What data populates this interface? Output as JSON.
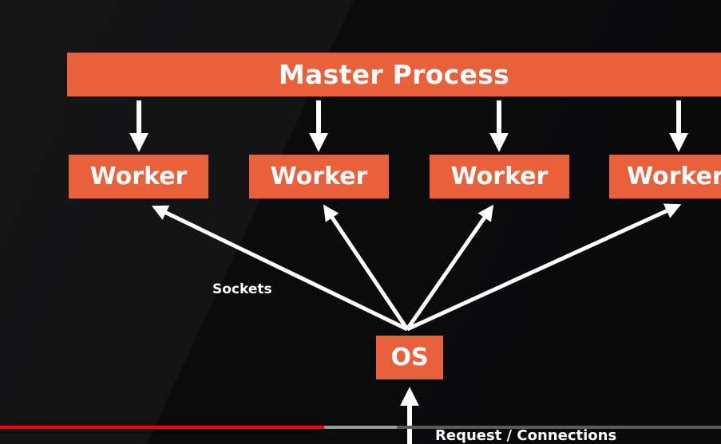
{
  "diagram": {
    "master_label": "Master Process",
    "workers": [
      "Worker",
      "Worker",
      "Worker",
      "Worker"
    ],
    "os_label": "OS",
    "edge_label": "Sockets",
    "input_label": "Request / Connections"
  },
  "colors": {
    "box": "#e8613a",
    "arrow": "#ffffff",
    "background": "#0d0d0e",
    "progress_played": "#ff0000"
  },
  "video": {
    "progress_played_fraction": 0.45
  }
}
